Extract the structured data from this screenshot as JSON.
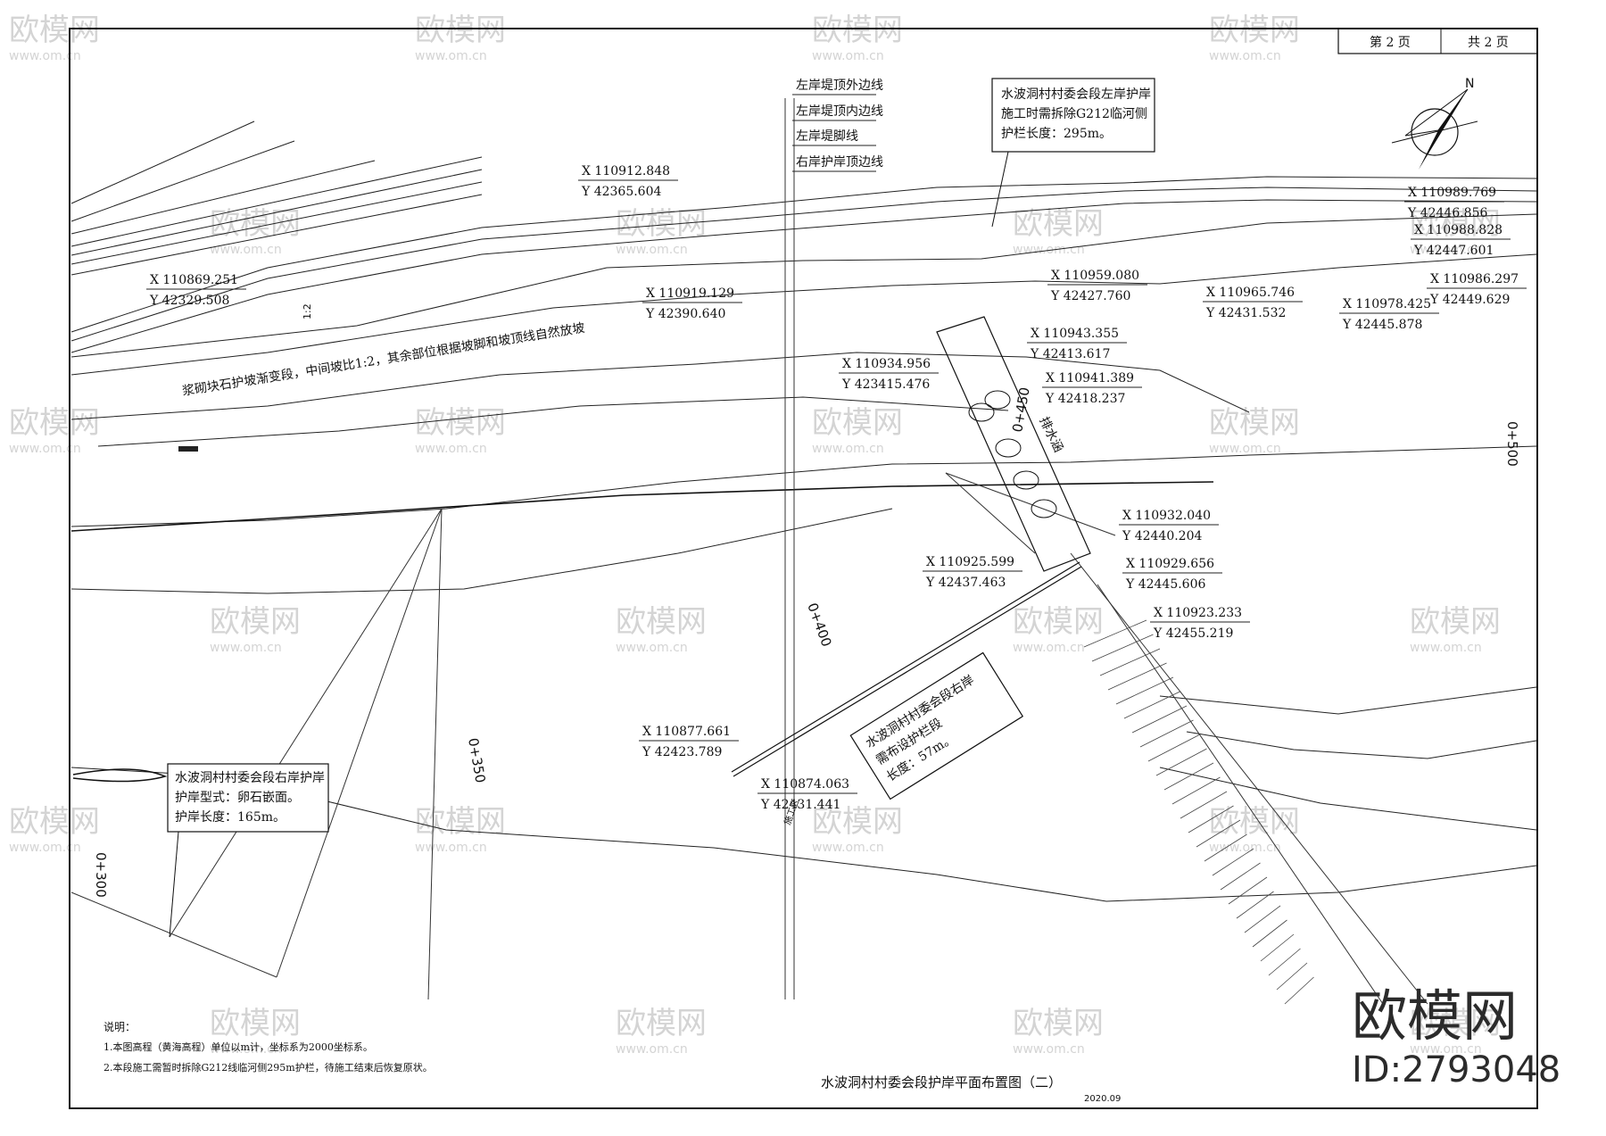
{
  "page_box": {
    "current_label": "第 2 页",
    "total_label": "共 2 页"
  },
  "labels": {
    "bank_lines": [
      "左岸堤顶外边线",
      "左岸堤顶内边线",
      "左岸堤脚线",
      "右岸护岸顶边线"
    ],
    "slope_note": "浆砌块石护坡渐变段，中间坡比1:2，其余部位根据坡脚和坡顶线自然放坡",
    "slope_ratio": "1:2",
    "chainage_300": "0+300",
    "chainage_350": "0+350",
    "chainage_400": "0+400",
    "chainage_450": "0+450",
    "chainage_500": "0+500",
    "drain": "排水涵",
    "construction_zone": "施工区"
  },
  "callouts": {
    "left_bank": [
      "水波洞村村委会段左岸护岸",
      "施工时需拆除G212临河侧",
      "护栏长度：295m。"
    ],
    "right_bank": [
      "水波洞村村委会段右岸护岸",
      "护岸型式：卵石嵌面。",
      "护岸长度：165m。"
    ],
    "guardrail": [
      "水波洞村村委会段右岸",
      "需布设护栏段",
      "长度：57m。"
    ]
  },
  "coordinates": [
    {
      "x": "X 110912.848",
      "y": "Y 42365.604"
    },
    {
      "x": "X 110869.251",
      "y": "Y 42329.508"
    },
    {
      "x": "X 110919.129",
      "y": "Y 42390.640"
    },
    {
      "x": "X 110934.956",
      "y": "Y 423415.476"
    },
    {
      "x": "X 110943.355",
      "y": "Y 42413.617"
    },
    {
      "x": "X 110941.389",
      "y": "Y 42418.237"
    },
    {
      "x": "X 110959.080",
      "y": "Y 42427.760"
    },
    {
      "x": "X 110965.746",
      "y": "Y 42431.532"
    },
    {
      "x": "X 110978.425",
      "y": "Y 42445.878"
    },
    {
      "x": "X 110986.297",
      "y": "Y 42449.629"
    },
    {
      "x": "X 110989.769",
      "y": "Y 42446.856"
    },
    {
      "x": "X 110988.828",
      "y": "Y 42447.601"
    },
    {
      "x": "X 110932.040",
      "y": "Y 42440.204"
    },
    {
      "x": "X 110925.599",
      "y": "Y 42437.463"
    },
    {
      "x": "X 110929.656",
      "y": "Y 42445.606"
    },
    {
      "x": "X 110923.233",
      "y": "Y 42455.219"
    },
    {
      "x": "X 110877.661",
      "y": "Y 42423.789"
    },
    {
      "x": "X 110874.063",
      "y": "Y 42431.441"
    }
  ],
  "notes": {
    "heading": "说明：",
    "items": [
      "1.本图高程（黄海高程）单位以m计，坐标系为2000坐标系。",
      "2.本段施工需暂时拆除G212线临河侧295m护栏，待施工结束后恢复原状。"
    ]
  },
  "title": "水波洞村村委会段护岸平面布置图（二）",
  "date": "2020.09",
  "compass": "N",
  "watermark": {
    "text": "欧模网",
    "url": "www.om.cn",
    "brand": "欧模网",
    "id": "ID:2793048"
  },
  "colors": {
    "line": "#222222",
    "watermark": "#d4d4d4"
  }
}
